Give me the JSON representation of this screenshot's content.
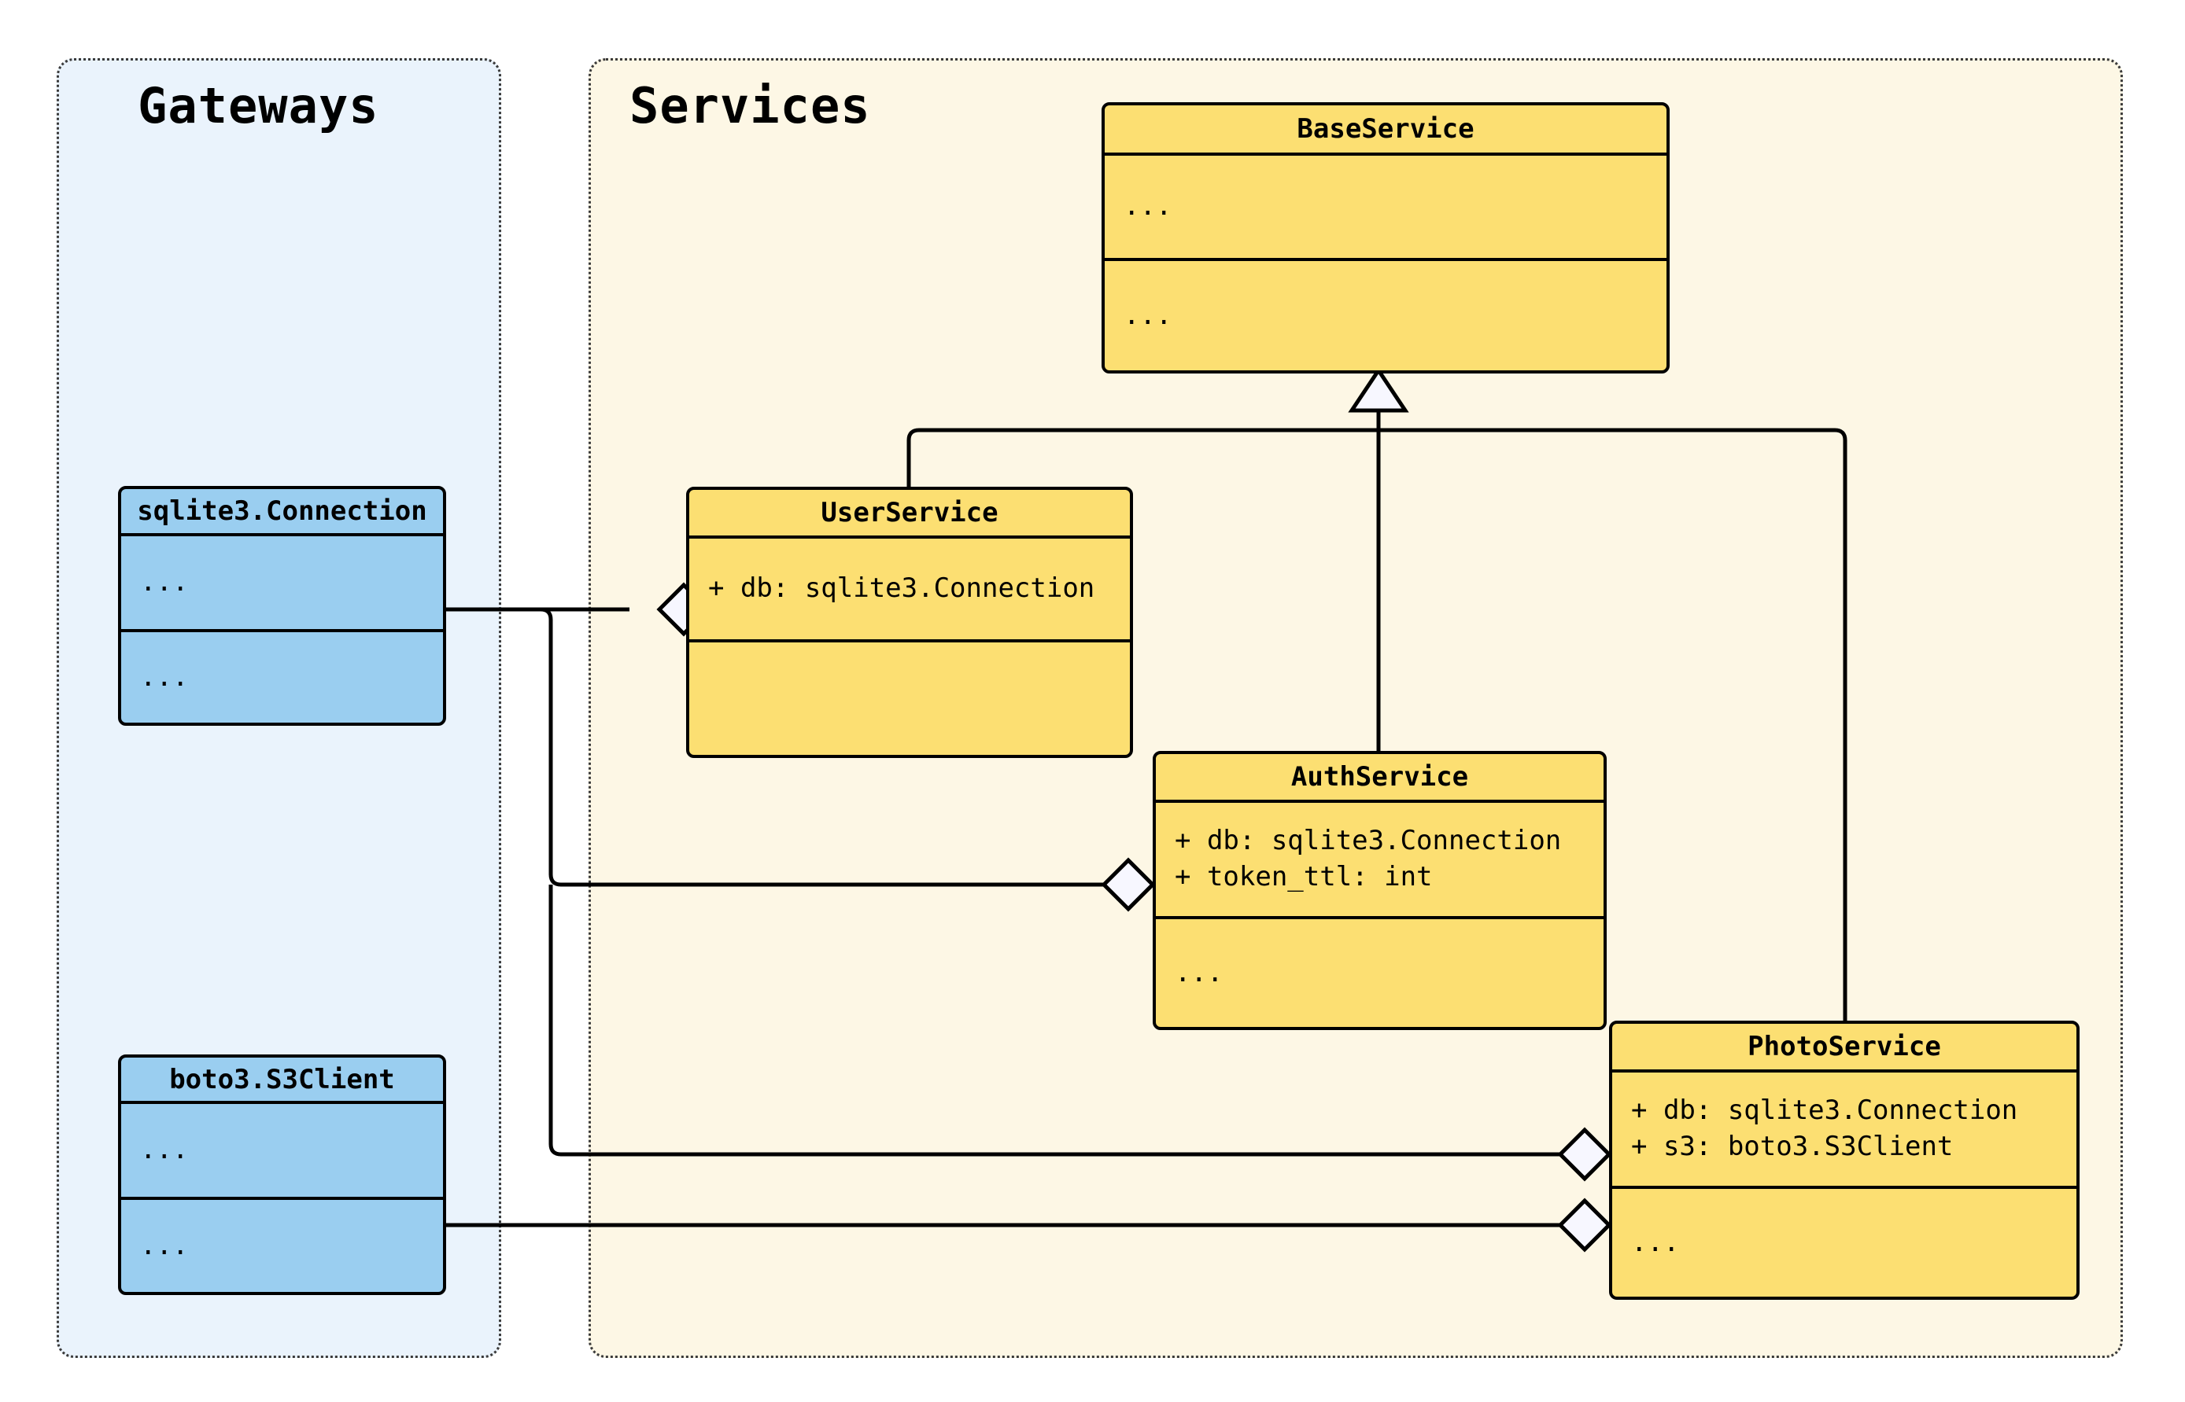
{
  "diagram": {
    "type": "uml-class-diagram",
    "title": "",
    "colors": {
      "gateway_package_fill": "#eaf3fc",
      "service_package_fill": "#fdf7e5",
      "package_border": "#3a3a3a",
      "gateway_class_fill": "#9ACEF0",
      "service_class_fill": "#FCDF72",
      "class_border": "#000000",
      "edge_stroke": "#000000",
      "marker_fill": "#f7f7ff"
    }
  },
  "packages": [
    {
      "id": "gateways",
      "name": "Gateways"
    },
    {
      "id": "services",
      "name": "Services"
    }
  ],
  "classes": [
    {
      "id": "sqlite3-connection",
      "package": "gateways",
      "name": "sqlite3.Connection",
      "attributes": [
        "..."
      ],
      "methods": [
        "..."
      ]
    },
    {
      "id": "boto3-s3client",
      "package": "gateways",
      "name": "boto3.S3Client",
      "attributes": [
        "..."
      ],
      "methods": [
        "..."
      ]
    },
    {
      "id": "baseservice",
      "package": "services",
      "name": "BaseService",
      "attributes": [
        "..."
      ],
      "methods": [
        "..."
      ]
    },
    {
      "id": "userservice",
      "package": "services",
      "name": "UserService",
      "attributes": [
        "+ db: sqlite3.Connection"
      ],
      "methods": [
        ""
      ]
    },
    {
      "id": "authservice",
      "package": "services",
      "name": "AuthService",
      "attributes": [
        "+ db: sqlite3.Connection",
        "+ token_ttl: int"
      ],
      "methods": [
        "..."
      ]
    },
    {
      "id": "photoservice",
      "package": "services",
      "name": "PhotoService",
      "attributes": [
        "+ db: sqlite3.Connection",
        "+ s3: boto3.S3Client"
      ],
      "methods": [
        "..."
      ]
    }
  ],
  "relationships": [
    {
      "id": "rel-user-base",
      "type": "generalization",
      "from": "userservice",
      "to": "baseservice",
      "marker": "hollow-triangle"
    },
    {
      "id": "rel-auth-base",
      "type": "generalization",
      "from": "authservice",
      "to": "baseservice",
      "marker": "hollow-triangle"
    },
    {
      "id": "rel-photo-base",
      "type": "generalization",
      "from": "photoservice",
      "to": "baseservice",
      "marker": "hollow-triangle"
    },
    {
      "id": "rel-user-db",
      "type": "aggregation",
      "from": "userservice",
      "to": "sqlite3-connection",
      "marker": "hollow-diamond"
    },
    {
      "id": "rel-auth-db",
      "type": "aggregation",
      "from": "authservice",
      "to": "sqlite3-connection",
      "marker": "hollow-diamond"
    },
    {
      "id": "rel-photo-db",
      "type": "aggregation",
      "from": "photoservice",
      "to": "sqlite3-connection",
      "marker": "hollow-diamond"
    },
    {
      "id": "rel-photo-s3",
      "type": "aggregation",
      "from": "photoservice",
      "to": "boto3-s3client",
      "marker": "hollow-diamond"
    }
  ]
}
